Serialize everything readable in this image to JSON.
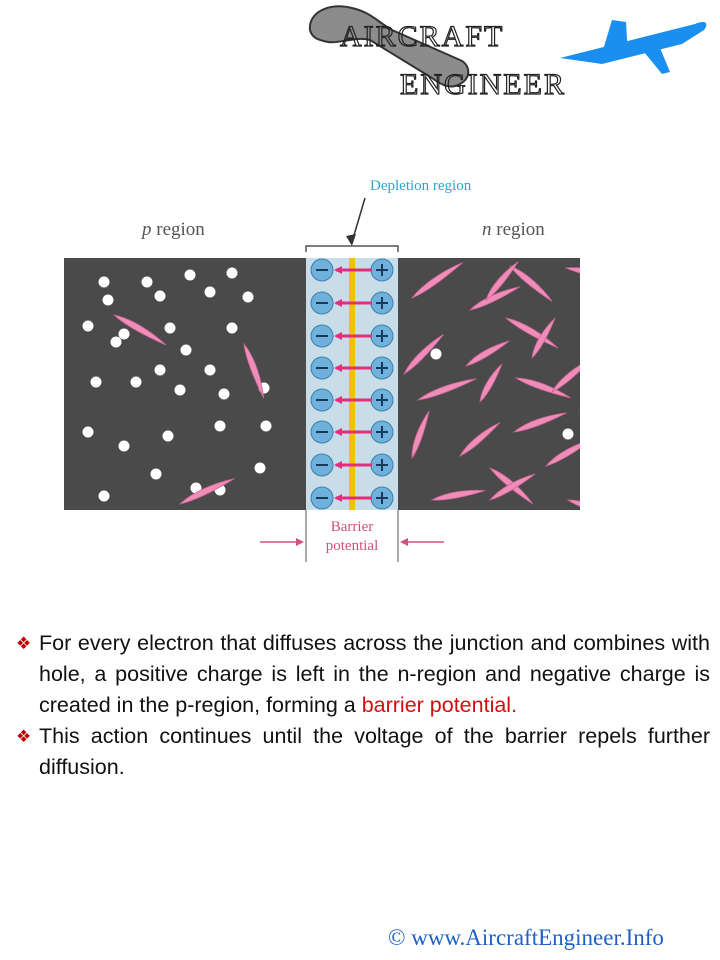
{
  "logo": {
    "line1": "AIRCRAFT",
    "line2": "ENGINEER"
  },
  "diagram": {
    "depletion_label": "Depletion region",
    "p_region_label": {
      "letter": "p",
      "word": " region"
    },
    "n_region_label": {
      "letter": "n",
      "word": " region"
    },
    "barrier_label": "Barrier potential"
  },
  "bullets": [
    {
      "text": "For every electron that diffuses across the junction and combines with hole, a positive charge is left in the n-region and negative charge is created in the p-region, forming a ",
      "highlight": "barrier potential",
      "tail": "."
    },
    {
      "text": "This action continues until the voltage of the barrier repels further diffusion."
    }
  ],
  "footer": {
    "text": "© www.AircraftEngineer.Info"
  },
  "colors": {
    "semiconductor": "#4a4a4a",
    "depletion": "#c8dde8",
    "ion": "#6fb1da",
    "electron": "#f08cb8",
    "junction_line": "#f2c200",
    "accent_red": "#d01010",
    "footer_blue": "#1f5fc8"
  }
}
